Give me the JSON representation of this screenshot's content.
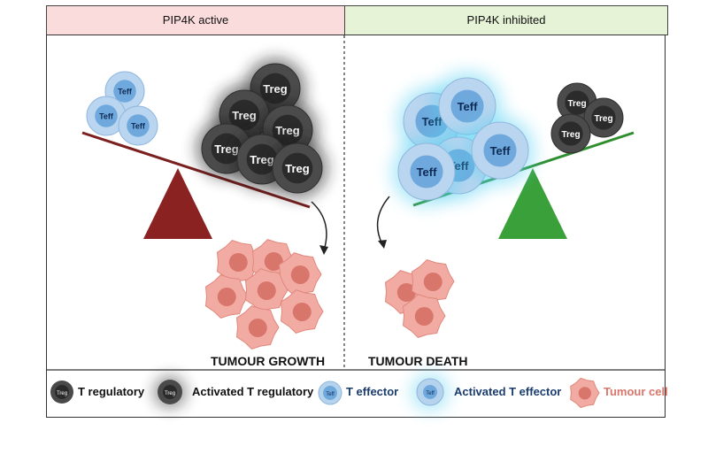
{
  "panels": {
    "left_title": "PIP4K active",
    "right_title": "PIP4K inhibited"
  },
  "cell_labels": {
    "treg": "Treg",
    "teff": "Teff"
  },
  "captions": {
    "left": "TUMOUR GROWTH",
    "right": "TUMOUR DEATH"
  },
  "legend": {
    "t_regulatory": "T regulatory",
    "activated_t_regulatory": "Activated T regulatory",
    "t_effector": "T effector",
    "activated_t_effector": "Activated T effector",
    "tumour_cell": "Tumour cell",
    "mini_treg": "Treg",
    "mini_teff": "Teff"
  },
  "colors": {
    "left_header_bg": "#f9dcdb",
    "right_header_bg": "#e6f3d6",
    "treg_dark": "#3a3a3a",
    "treg_core": "#2a2a2a",
    "teff_outer": "#b6d3ee",
    "teff_core": "#6fa8dc",
    "tumour_outer": "#f0a8a0",
    "tumour_core": "#d9766b",
    "left_scale": "#7b1f1f",
    "right_scale": "#3a9a3a",
    "teff_label_text": "#1a3c6e",
    "tumour_label_text": "#d9766b"
  }
}
